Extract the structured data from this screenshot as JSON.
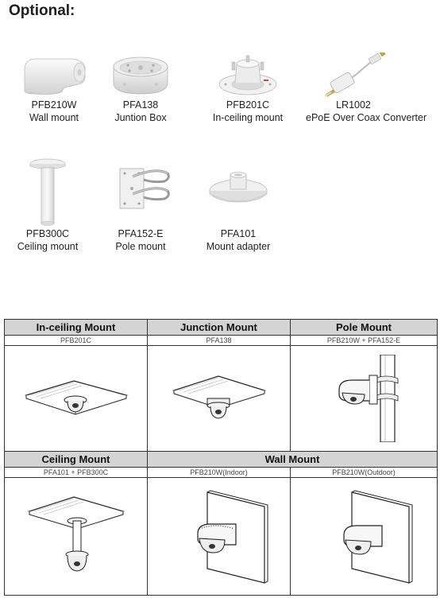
{
  "title": "Optional:",
  "accessories": [
    {
      "code": "PFB210W",
      "desc": "Wall mount",
      "icon": "wall-mount-icon"
    },
    {
      "code": "PFA138",
      "desc": "Juntion Box",
      "icon": "junction-box-icon"
    },
    {
      "code": "PFB201C",
      "desc": "In-ceiling mount",
      "icon": "in-ceiling-mount-icon"
    },
    {
      "code": "LR1002",
      "desc": "ePoE Over Coax Converter",
      "icon": "converter-icon"
    },
    {
      "code": "PFB300C",
      "desc": "Ceiling mount",
      "icon": "ceiling-mount-icon"
    },
    {
      "code": "PFA152-E",
      "desc": "Pole mount",
      "icon": "pole-mount-icon"
    },
    {
      "code": "PFA101",
      "desc": "Mount adapter",
      "icon": "mount-adapter-icon"
    }
  ],
  "mount_table": {
    "row1": [
      {
        "title": "In-ceiling Mount",
        "sub": "PFB201C",
        "icon": "in-ceiling-install-icon"
      },
      {
        "title": "Junction Mount",
        "sub": "PFA138",
        "icon": "junction-install-icon"
      },
      {
        "title": "Pole Mount",
        "sub": "PFB210W + PFA152-E",
        "icon": "pole-install-icon"
      }
    ],
    "row2": [
      {
        "title": "Ceiling Mount",
        "sub": "PFA101 + PFB300C",
        "icon": "ceiling-install-icon"
      },
      {
        "title": "Wall Mount",
        "sub_indoor": "PFB210W(Indoor)",
        "sub_outdoor": "PFB210W(Outdoor)",
        "icon_indoor": "wall-indoor-install-icon",
        "icon_outdoor": "wall-outdoor-install-icon"
      }
    ]
  }
}
